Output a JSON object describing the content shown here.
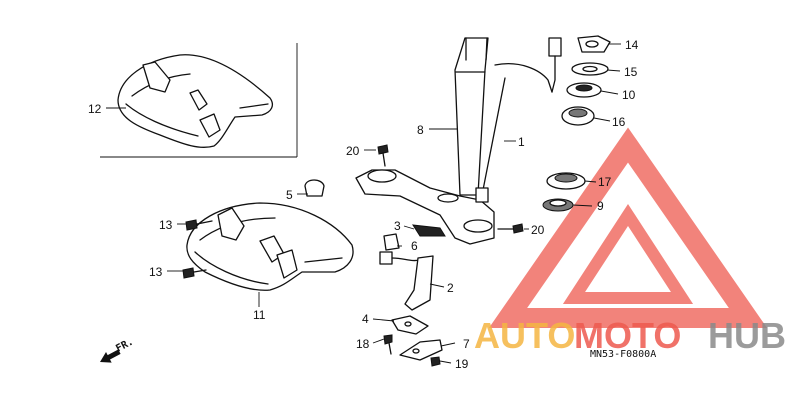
{
  "diagram": {
    "callouts": [
      "1",
      "2",
      "3",
      "4",
      "5",
      "6",
      "7",
      "8",
      "9",
      "10",
      "11",
      "12",
      "13",
      "13",
      "14",
      "15",
      "16",
      "17",
      "18",
      "19",
      "20",
      "20"
    ],
    "front_marker": "FR.",
    "part_code": "MN53-F0800A"
  },
  "watermark": {
    "word_a": "AUTO",
    "word_b": "MOTO",
    "word_c": "HUB",
    "color_orange": "#f5b642",
    "color_red": "#ee5a4f",
    "color_grey": "#8a8a8a"
  }
}
